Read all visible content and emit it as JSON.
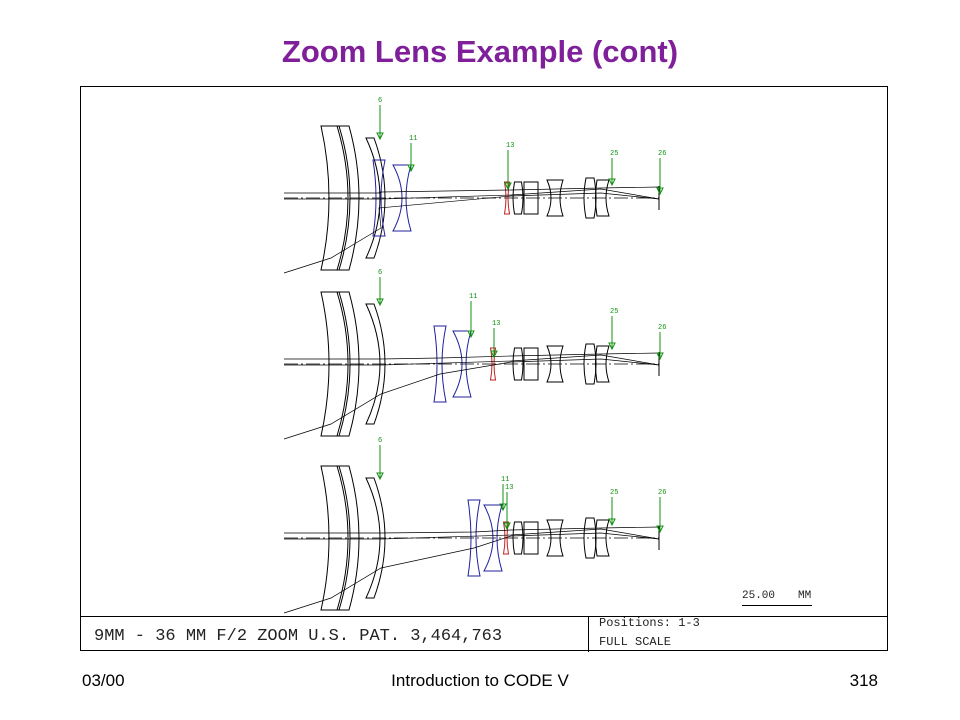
{
  "slide": {
    "title": "Zoom Lens Example (cont)",
    "footer_date": "03/00",
    "footer_course": "Introduction to CODE V",
    "footer_page": "318"
  },
  "drawing": {
    "caption": "9MM - 36 MM F/2 ZOOM U.S. PAT. 3,464,763",
    "positions_label": "Positions: 1-3",
    "scale_mode": "FULL SCALE",
    "scale_value": "25.00",
    "scale_unit": "MM",
    "colors": {
      "outline": "#000000",
      "variator": "#2020a0",
      "stop": "#c02020",
      "marker": "#109010"
    },
    "positions": [
      {
        "markers": [
          "6",
          "11",
          "13",
          "25",
          "26"
        ]
      },
      {
        "markers": [
          "6",
          "11",
          "13",
          "25",
          "26"
        ]
      },
      {
        "markers": [
          "6",
          "11",
          "13",
          "25",
          "26"
        ]
      }
    ]
  }
}
